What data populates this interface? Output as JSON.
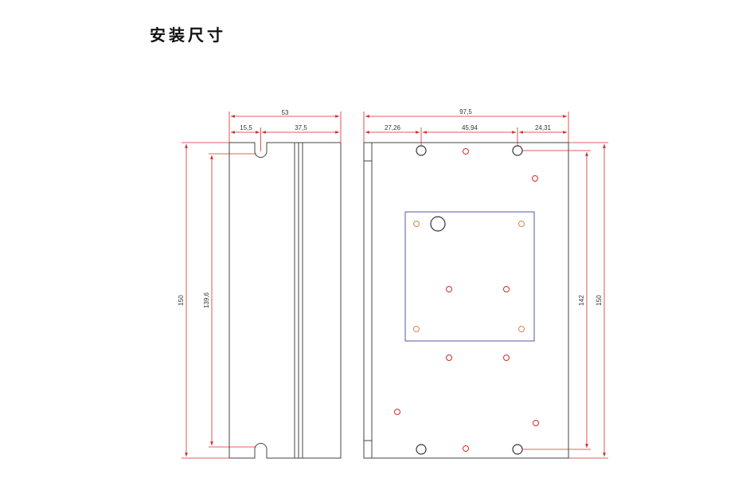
{
  "title": "安装尺寸",
  "colors": {
    "outline": "#444444",
    "dimension": "#d42a2a",
    "hole": "#d42a2a",
    "hole_orange": "#d08a4a",
    "heatsink": "#5555aa"
  },
  "side_view": {
    "overall_width": "53",
    "slot_offset": "15,5",
    "slot_to_edge": "37,5",
    "overall_height": "150",
    "slot_spacing": "139,6"
  },
  "front_view": {
    "overall_width": "97,5",
    "left_offset": "27,26",
    "hole_spacing": "45,94",
    "right_offset": "24,31",
    "hole_spacing_vertical": "142",
    "overall_height": "150"
  }
}
